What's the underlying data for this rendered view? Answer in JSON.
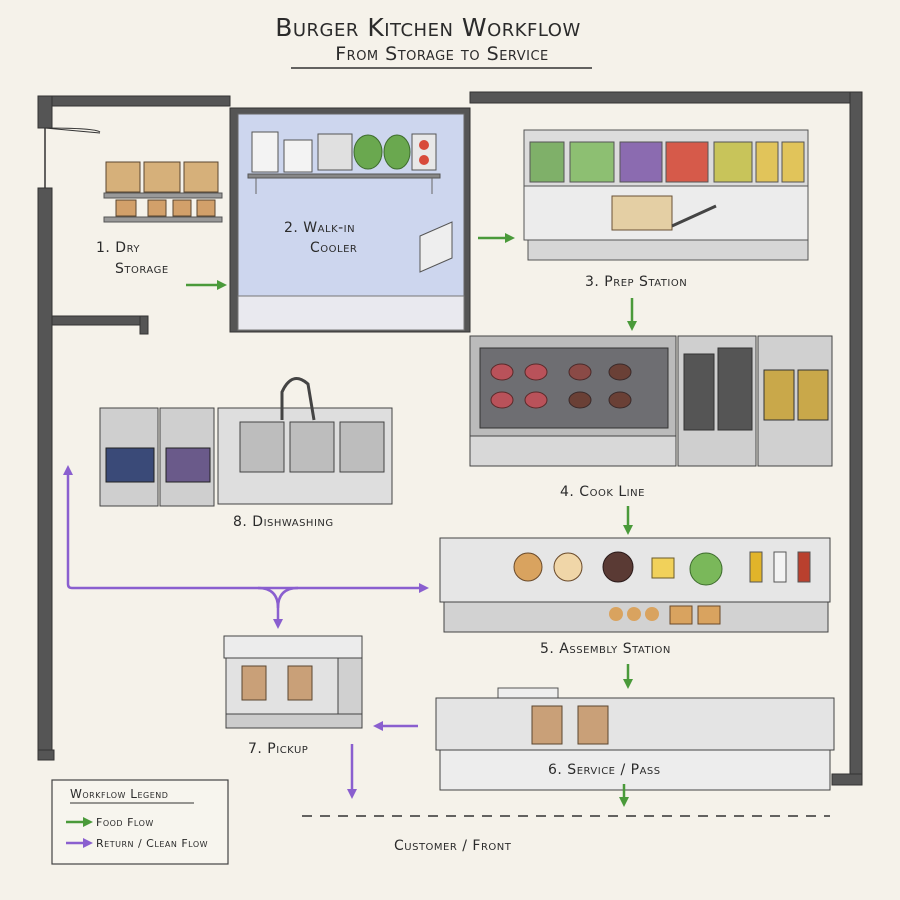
{
  "title": "Burger Kitchen Workflow",
  "subtitle": "From Storage to Service",
  "stations": {
    "dry_storage": {
      "line1": "1. Dry",
      "line2": "Storage"
    },
    "walk_in_cooler": {
      "line1": "2. Walk-in",
      "line2": "Cooler"
    },
    "prep_station": "3. Prep Station",
    "cook_line": "4. Cook Line",
    "assembly_station": "5. Assembly Station",
    "service_pass": "6. Service / Pass",
    "pickup": "7. Pickup",
    "dishwashing": "8. Dishwashing"
  },
  "customer_front": "Customer / Front",
  "legend": {
    "title": "Workflow Legend",
    "items": [
      {
        "label": "Food Flow",
        "color": "#4a9a3a"
      },
      {
        "label": "Return / Clean Flow",
        "color": "#8a5fcf"
      }
    ]
  },
  "colors": {
    "food_flow": "#4a9a3a",
    "clean_flow": "#8a5fcf",
    "walls": "#444444",
    "cooler_tint": "#c8d2ec",
    "steel": "#e4e4e4",
    "background": "#f5f2ea"
  }
}
